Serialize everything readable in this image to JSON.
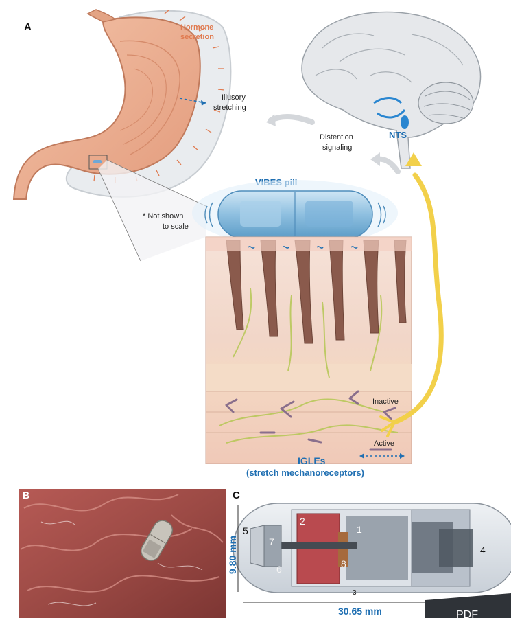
{
  "panels": {
    "a": {
      "letter": "A"
    },
    "b": {
      "letter": "B"
    },
    "c": {
      "letter": "C"
    }
  },
  "labels": {
    "hormone_line1": "Hormone",
    "hormone_line2": "secretion",
    "illusory_line1": "Illusory",
    "illusory_line2": "stretching",
    "distention_line1": "Distention",
    "distention_line2": "signaling",
    "nts": "NTS",
    "vibes_pill": "VIBES pill",
    "not_shown_line1": "* Not shown",
    "not_shown_line2": "to scale",
    "inactive": "Inactive",
    "active": "Active",
    "igles": "IGLEs",
    "igles_sub": "(stretch mechanoreceptors)"
  },
  "device": {
    "height_dim": "9.80 mm",
    "length_dim": "30.65 mm",
    "parts": [
      "1",
      "2",
      "3",
      "4",
      "5",
      "6",
      "7",
      "8"
    ]
  },
  "corner_tab": {
    "text": "PDF"
  },
  "colors": {
    "hormone": "#e07a4f",
    "accent_blue": "#1f6fb2",
    "signal_yellow": "#f2d04a",
    "stomach": "#e8a98a",
    "pill_blue": "#8fc0e0"
  }
}
